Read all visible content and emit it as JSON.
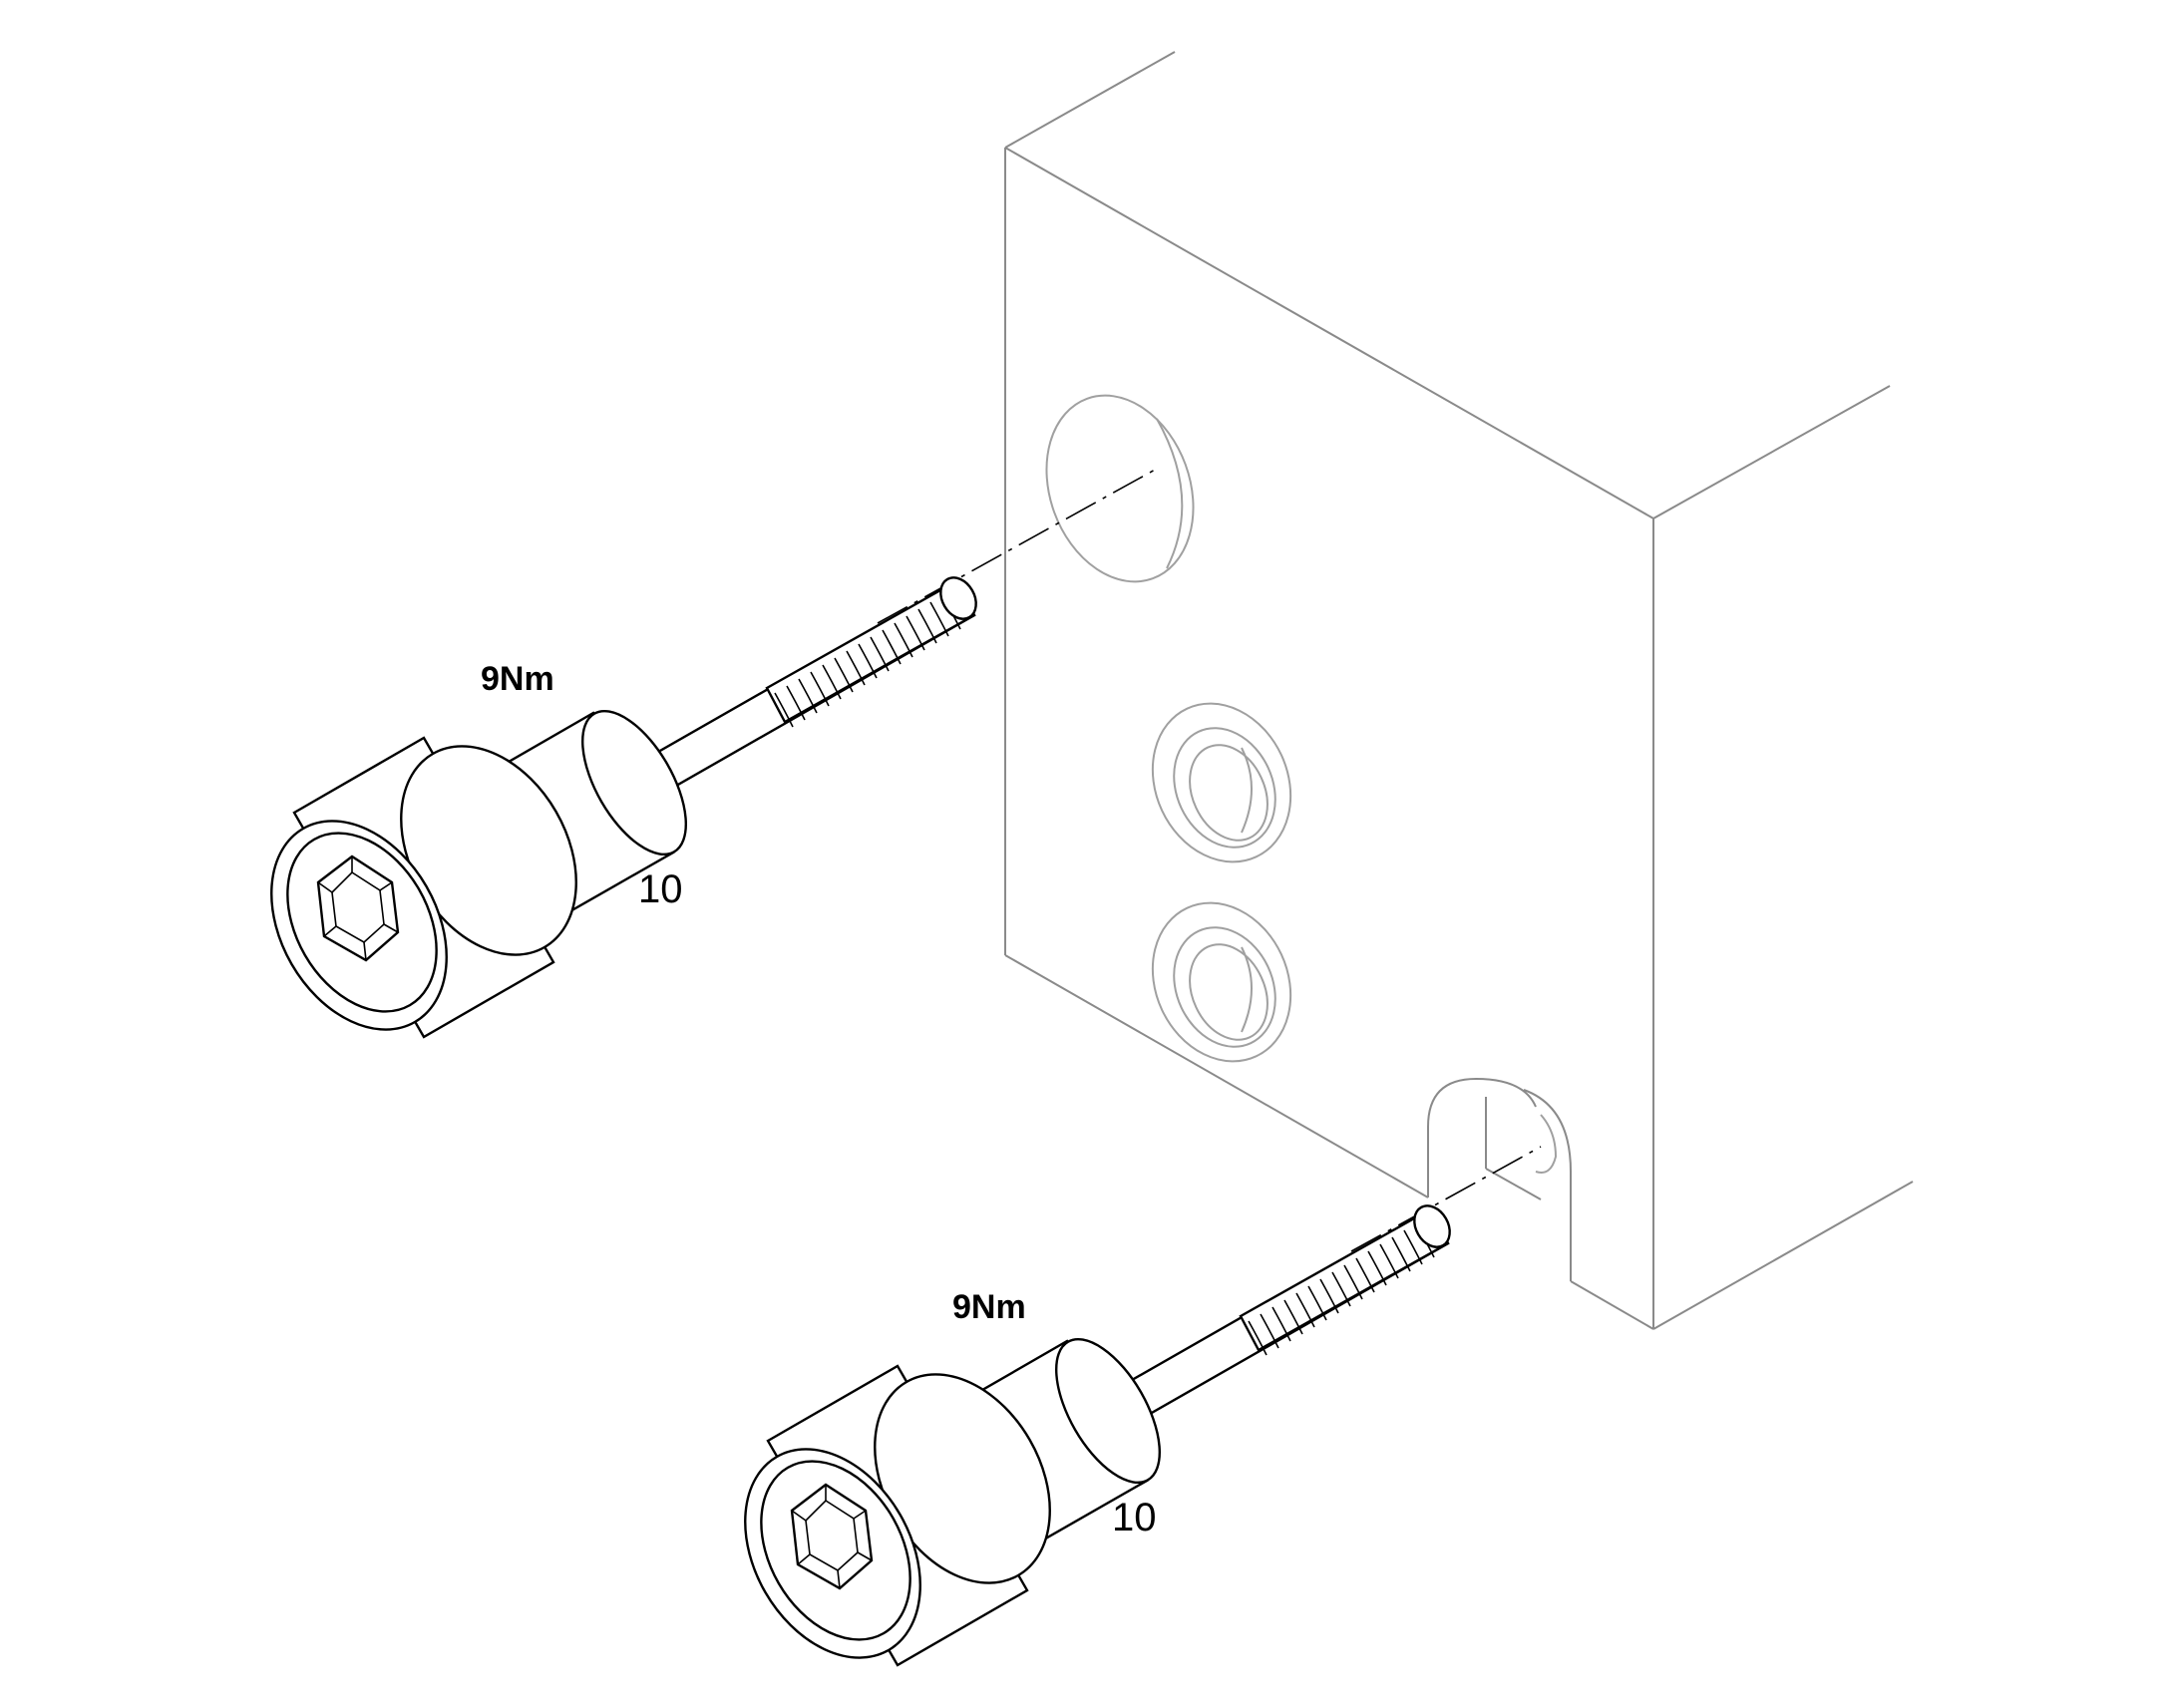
{
  "callouts": [
    {
      "torque": "9Nm",
      "size": "10"
    },
    {
      "torque": "9Nm",
      "size": "10"
    }
  ],
  "colors": {
    "part_outline": "#000000",
    "block_outline": "#8a8a8a",
    "background": "#ffffff"
  }
}
